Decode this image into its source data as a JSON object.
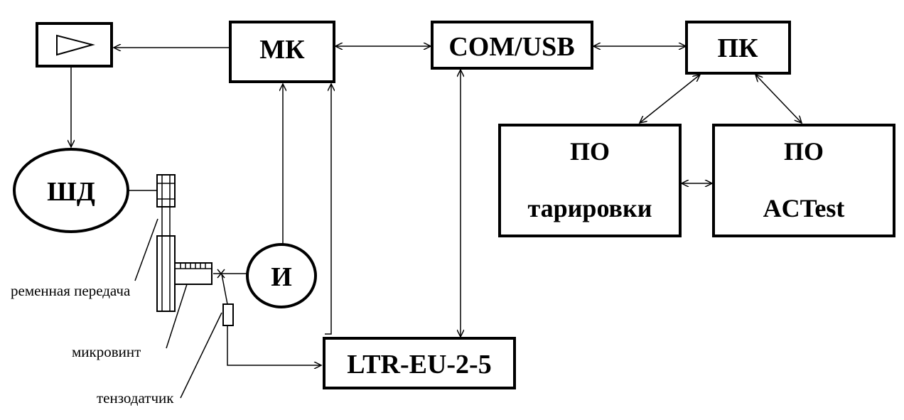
{
  "blocks": {
    "mk": "МК",
    "com_usb": "COM/USB",
    "pk": "ПК",
    "software_calibration": {
      "line1": "ПО",
      "line2": "тарировки"
    },
    "software_actest": {
      "line1": "ПО",
      "line2": "ACTest"
    },
    "stepper_motor": "ШД",
    "indicator": "И",
    "ltr_module": "LTR-EU-2-5"
  },
  "captions": {
    "belt": "ременная передача",
    "microscrew": "микровинт",
    "strain_gauge": "тензодатчик"
  },
  "colors": {
    "stroke": "#000000",
    "background": "#ffffff"
  }
}
